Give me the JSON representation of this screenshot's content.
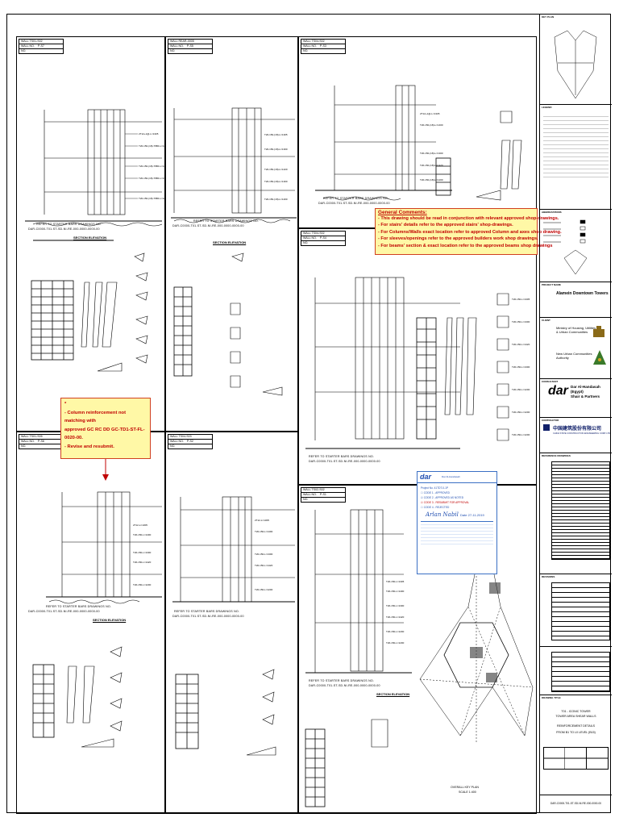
{
  "drawing": {
    "refer_note": "REFER TO STARTER BARS DRAWINGS NO.",
    "refer_code": "DAR-C0000-T01-ST-SD-NI-RE-000-0000-0000-00",
    "section_title": "SECTION ELEVATION"
  },
  "panels": [
    {
      "id": "p1",
      "wall_ref": "WALL TS01-S02",
      "wall_no": "WALL NO.",
      "wall_val": "P-S7",
      "no": "NO."
    },
    {
      "id": "p2",
      "wall_ref": "WALL REAR-0005",
      "wall_no": "WALL NO.",
      "wall_val": "P-S5",
      "no": "NO."
    },
    {
      "id": "p3",
      "wall_ref": "WALL TS04-S02",
      "wall_no": "WALL NO.",
      "wall_val": "P-S3",
      "no": "NO."
    },
    {
      "id": "p4",
      "wall_ref": "WALL TS04-S02",
      "wall_no": "WALL NO.",
      "wall_val": "P-S4",
      "no": "NO."
    },
    {
      "id": "p5",
      "wall_ref": "WALL TS01-S05",
      "wall_no": "WALL NO.",
      "wall_val": "P-S6",
      "no": "NO."
    },
    {
      "id": "p6",
      "wall_ref": "WALL TS04-S03",
      "wall_no": "WALL NO.",
      "wall_val": "P-S2",
      "no": "NO."
    },
    {
      "id": "p7",
      "wall_ref": "WALL TS02-S02",
      "wall_no": "WALL NO.",
      "wall_val": "P-S1",
      "no": "NO."
    }
  ],
  "general_comments": {
    "title": "General Comments:",
    "lines": [
      "- This drawing should be read in conjunction with relevant approved shop-drawings.",
      "- For stairs' details refer to the approved stairs' shop-drawings.",
      "- For Columns/Walls exact location refer to approved Column and axes shop drawing.",
      "- For sleeves/openings refer to the approved builders work shop drawings.",
      "- For beams' section & exact location refer to the approved beams shop drawings"
    ]
  },
  "column_comment": {
    "star": "*",
    "line1": "- Column reinforcement not matching with",
    "line2": "approved GC RC DD GC-TD1-ST-FL-0020-00.",
    "line3": "- Revise and resubmit."
  },
  "stamp": {
    "logo": "dar",
    "company": "Dar Al-Handasah",
    "project_line": "Project No. 41TDT-0-1P",
    "codes": [
      "CODE 1 - APPROVED",
      "CODE 2 - APPROVED AS NOTED",
      "CODE 3 - RESUBMIT FOR APPROVAL",
      "CODE 4 - REJECTED"
    ],
    "signature": "Arlan Nabil",
    "date": "Date 27-11-2019"
  },
  "keyplan": {
    "label": "OVERALL KEY PLAN",
    "scale": "SCALE 1:400"
  },
  "title_block": {
    "key_plan": "KEY PLAN",
    "legend": "LEGEND",
    "abbreviations": "ABBREVIATIONS",
    "project_title_cap": "PROJECT NAME",
    "project": "Alamein Downtown Towers",
    "client_cap": "CLIENT",
    "client1_line1": "Ministry of Housing, Utilities",
    "client1_line2": "& Urban Communities",
    "client2_line1": "New Urban Communities",
    "client2_line2": "Authority",
    "consultant_cap": "CONSULTANT",
    "dar_logo": "dar",
    "dar_line1": "Dar Al-Handasah (Egypt)",
    "dar_line2": "Shair & Partners",
    "contractor_cap": "CONTRACTOR",
    "contractor_cn": "中国建筑股份有限公司",
    "contractor_en": "CHINA STATE CONSTRUCTION ENGINEERING CORP. LTD",
    "reference_cap": "REFERENCE DRAWINGS",
    "revisions_cap": "REVISIONS",
    "drawing_title_cap": "DRAWING TITLE",
    "title_line1": "T01 - ICONIC TOWER",
    "title_line2": "TOWER AREA SHEAR WALLS",
    "title_line3": "REINFORCEMENT DETAILS",
    "title_line4": "FROM B1 TO L0 LEVEL (B15)",
    "drawing_no": "DAR-C0000-T01-ST-SD-NI-RE-000-0000-00"
  }
}
